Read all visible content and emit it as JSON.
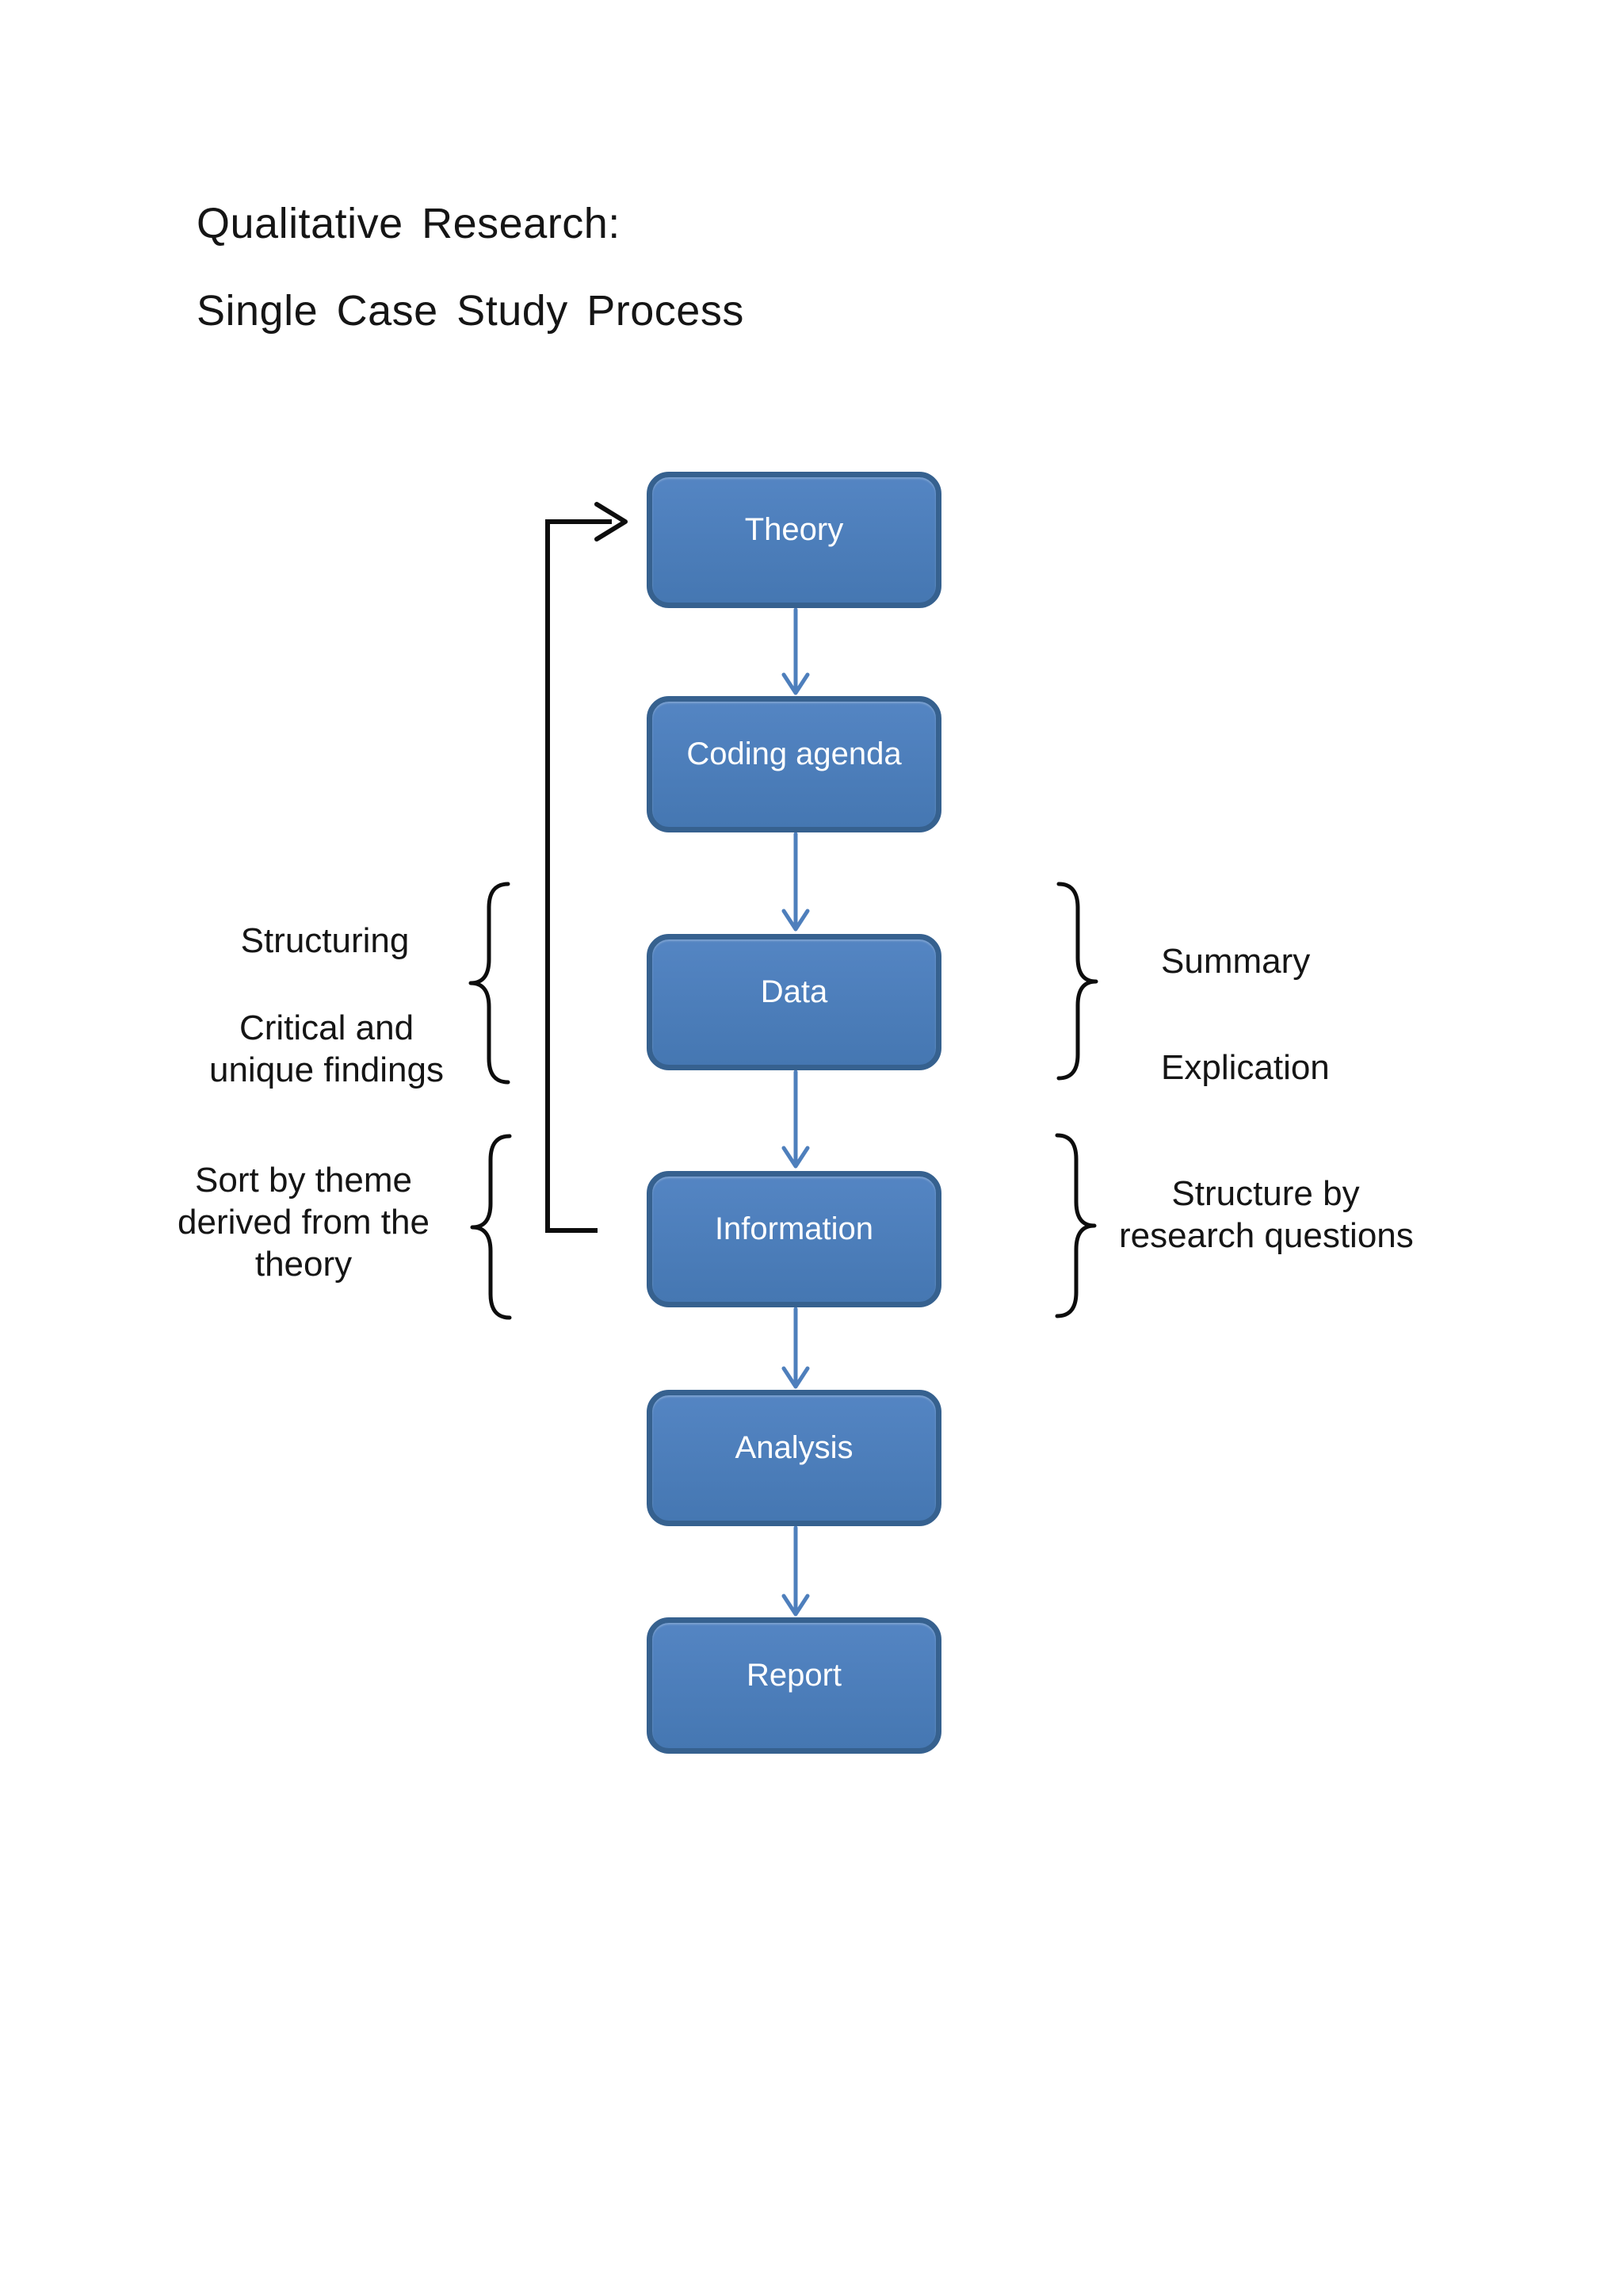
{
  "title": {
    "line1": "Qualitative Research:",
    "line2": "Single Case Study Process"
  },
  "flow": {
    "boxes": [
      "Theory",
      "Coding agenda",
      "Data",
      "Information",
      "Analysis",
      "Report"
    ]
  },
  "annotations": {
    "left_data": {
      "line1": "Structuring",
      "line2": "Critical and",
      "line3": "unique findings"
    },
    "left_information": {
      "line1": "Sort by theme",
      "line2": "derived from the",
      "line3": "theory"
    },
    "right_data": {
      "line1": "Summary",
      "line2": "Explication"
    },
    "right_information": {
      "line1": "Structure by",
      "line2": "research questions"
    }
  },
  "colors": {
    "box_fill_top": "#5485c3",
    "box_fill_bottom": "#4577b2",
    "box_border": "#36618f",
    "connector": "#4e7fbc",
    "line": "#0d0d0d",
    "text": "#ffffff"
  }
}
